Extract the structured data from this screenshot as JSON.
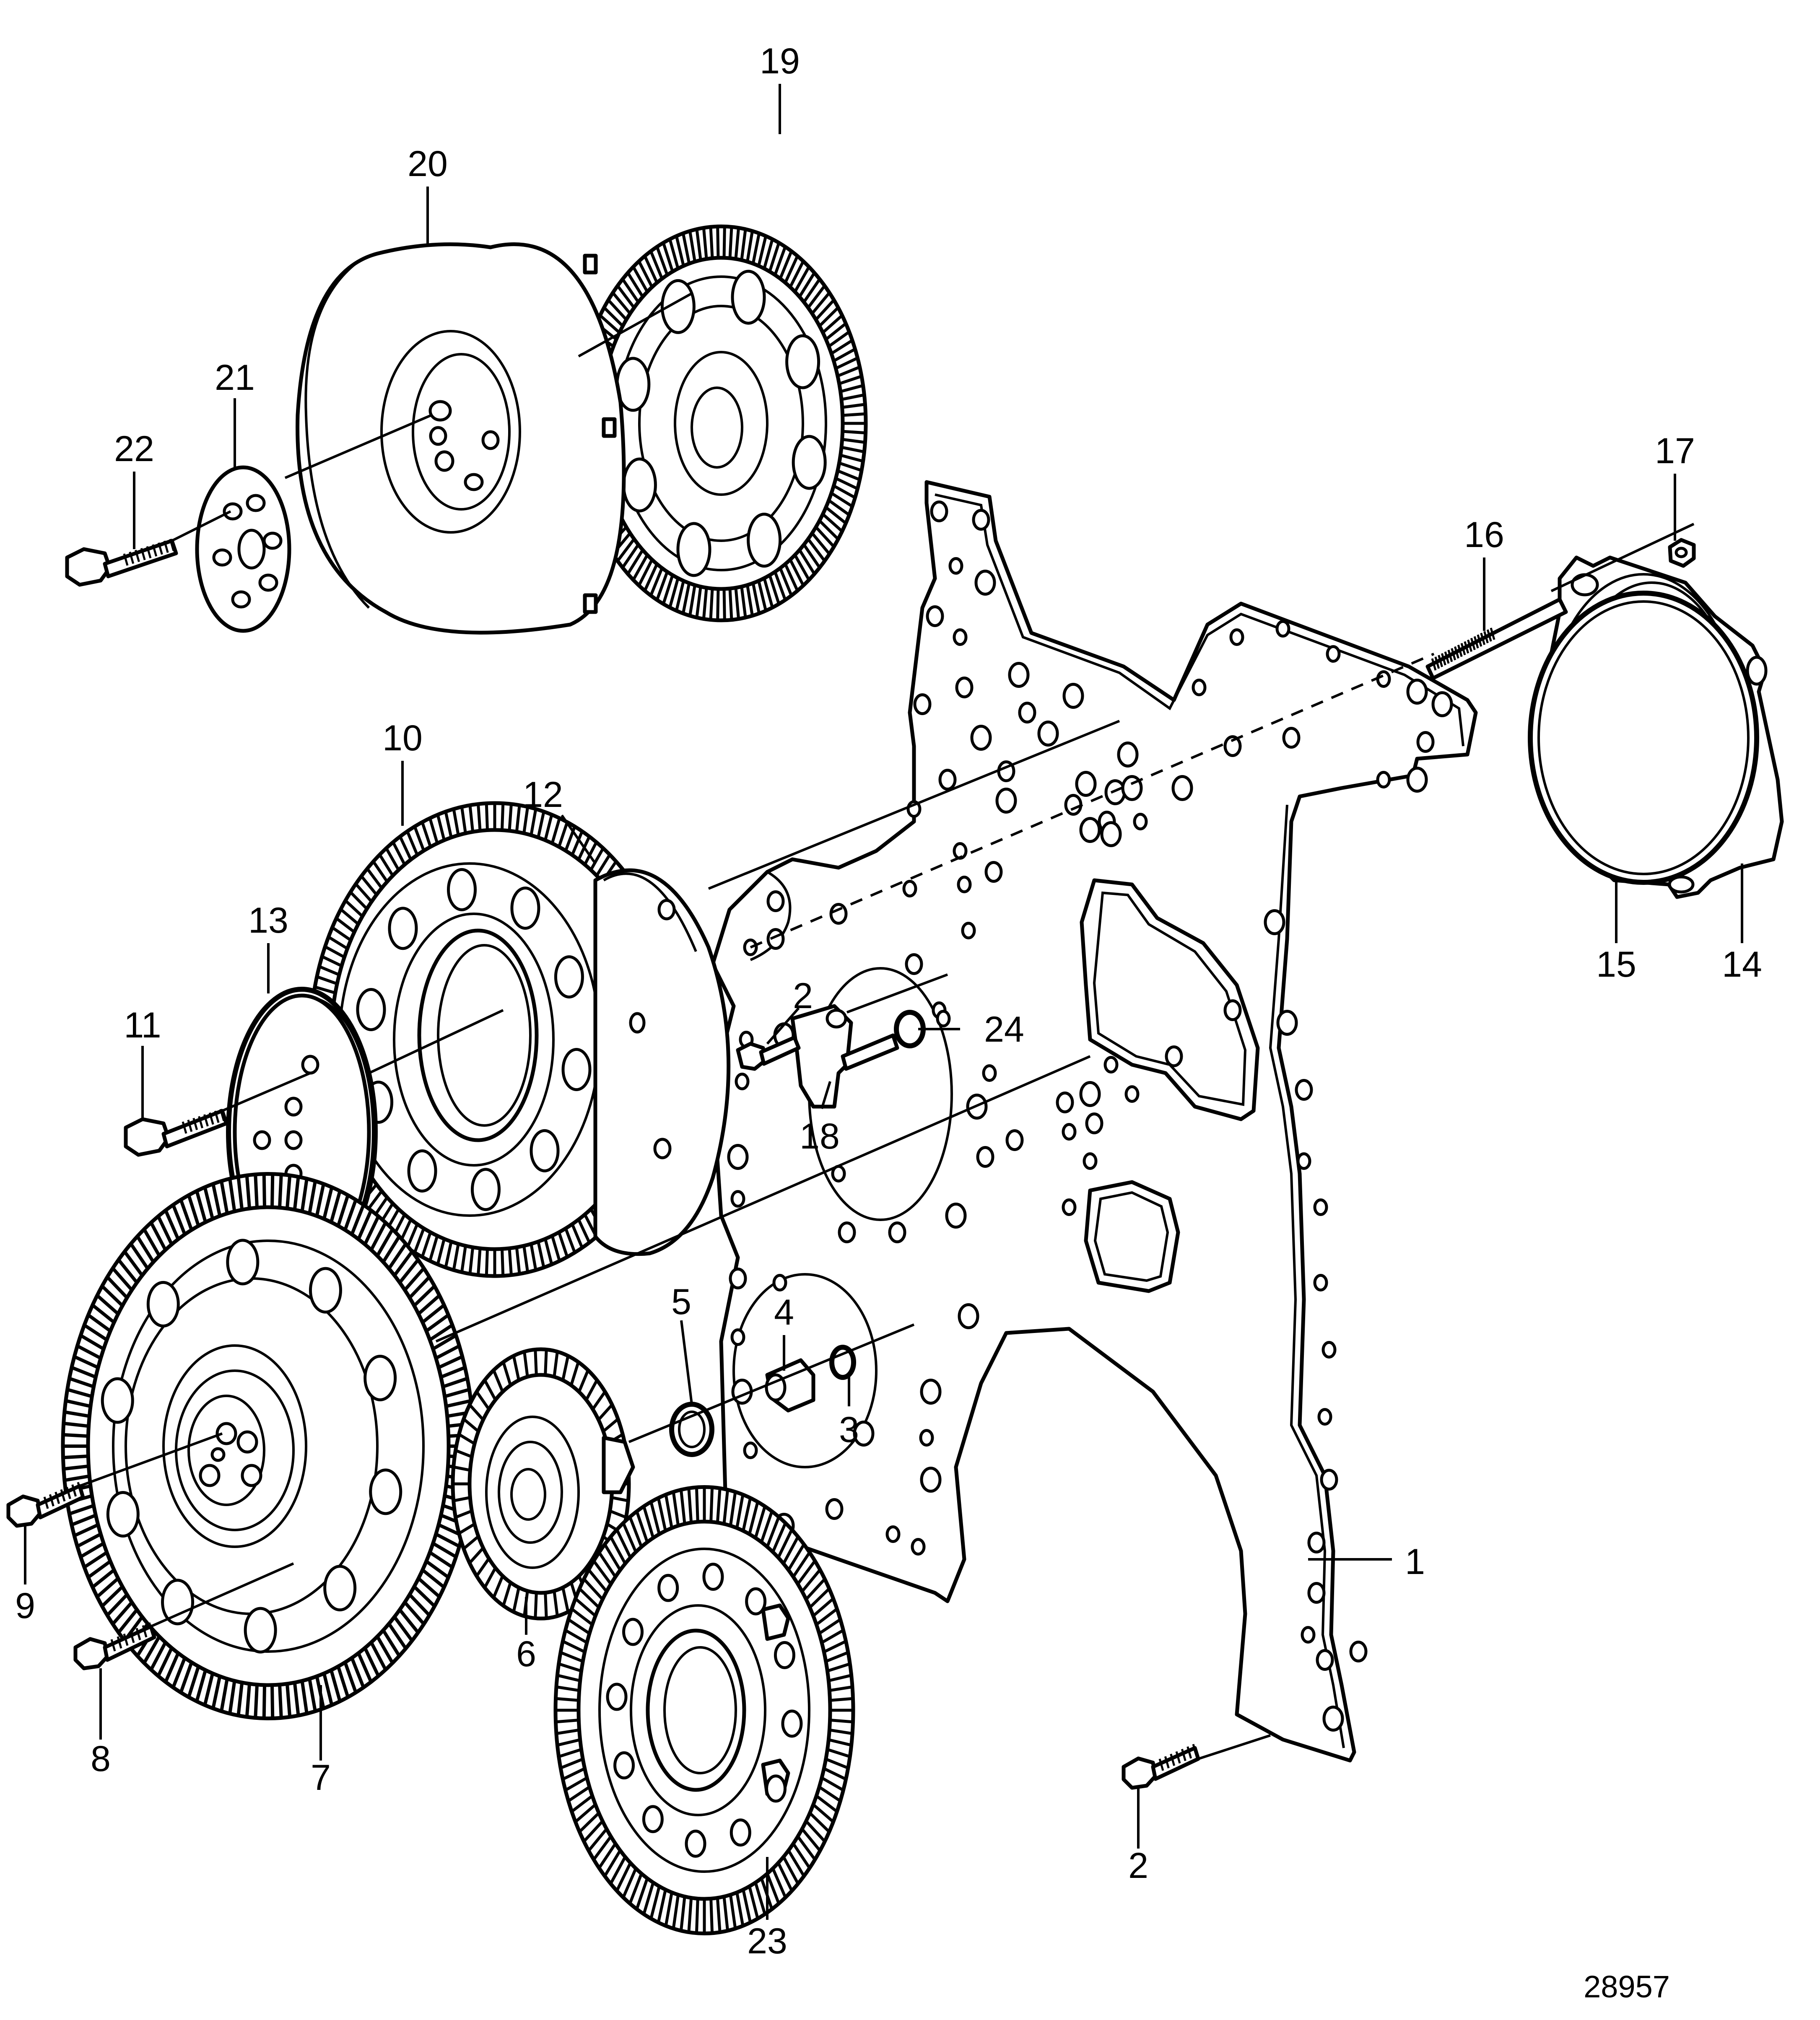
{
  "callouts": {
    "c1": "1",
    "c2a": "2",
    "c2b": "2",
    "c3": "3",
    "c4": "4",
    "c5": "5",
    "c6": "6",
    "c7": "7",
    "c8": "8",
    "c9": "9",
    "c10": "10",
    "c11": "11",
    "c12": "12",
    "c13": "13",
    "c14": "14",
    "c15": "15",
    "c16": "16",
    "c17": "17",
    "c18": "18",
    "c19": "19",
    "c20": "20",
    "c21": "21",
    "c22": "22",
    "c23": "23",
    "c24": "24"
  },
  "drawing_number": "28957",
  "colors": {
    "line": "#000000",
    "background": "#ffffff"
  }
}
